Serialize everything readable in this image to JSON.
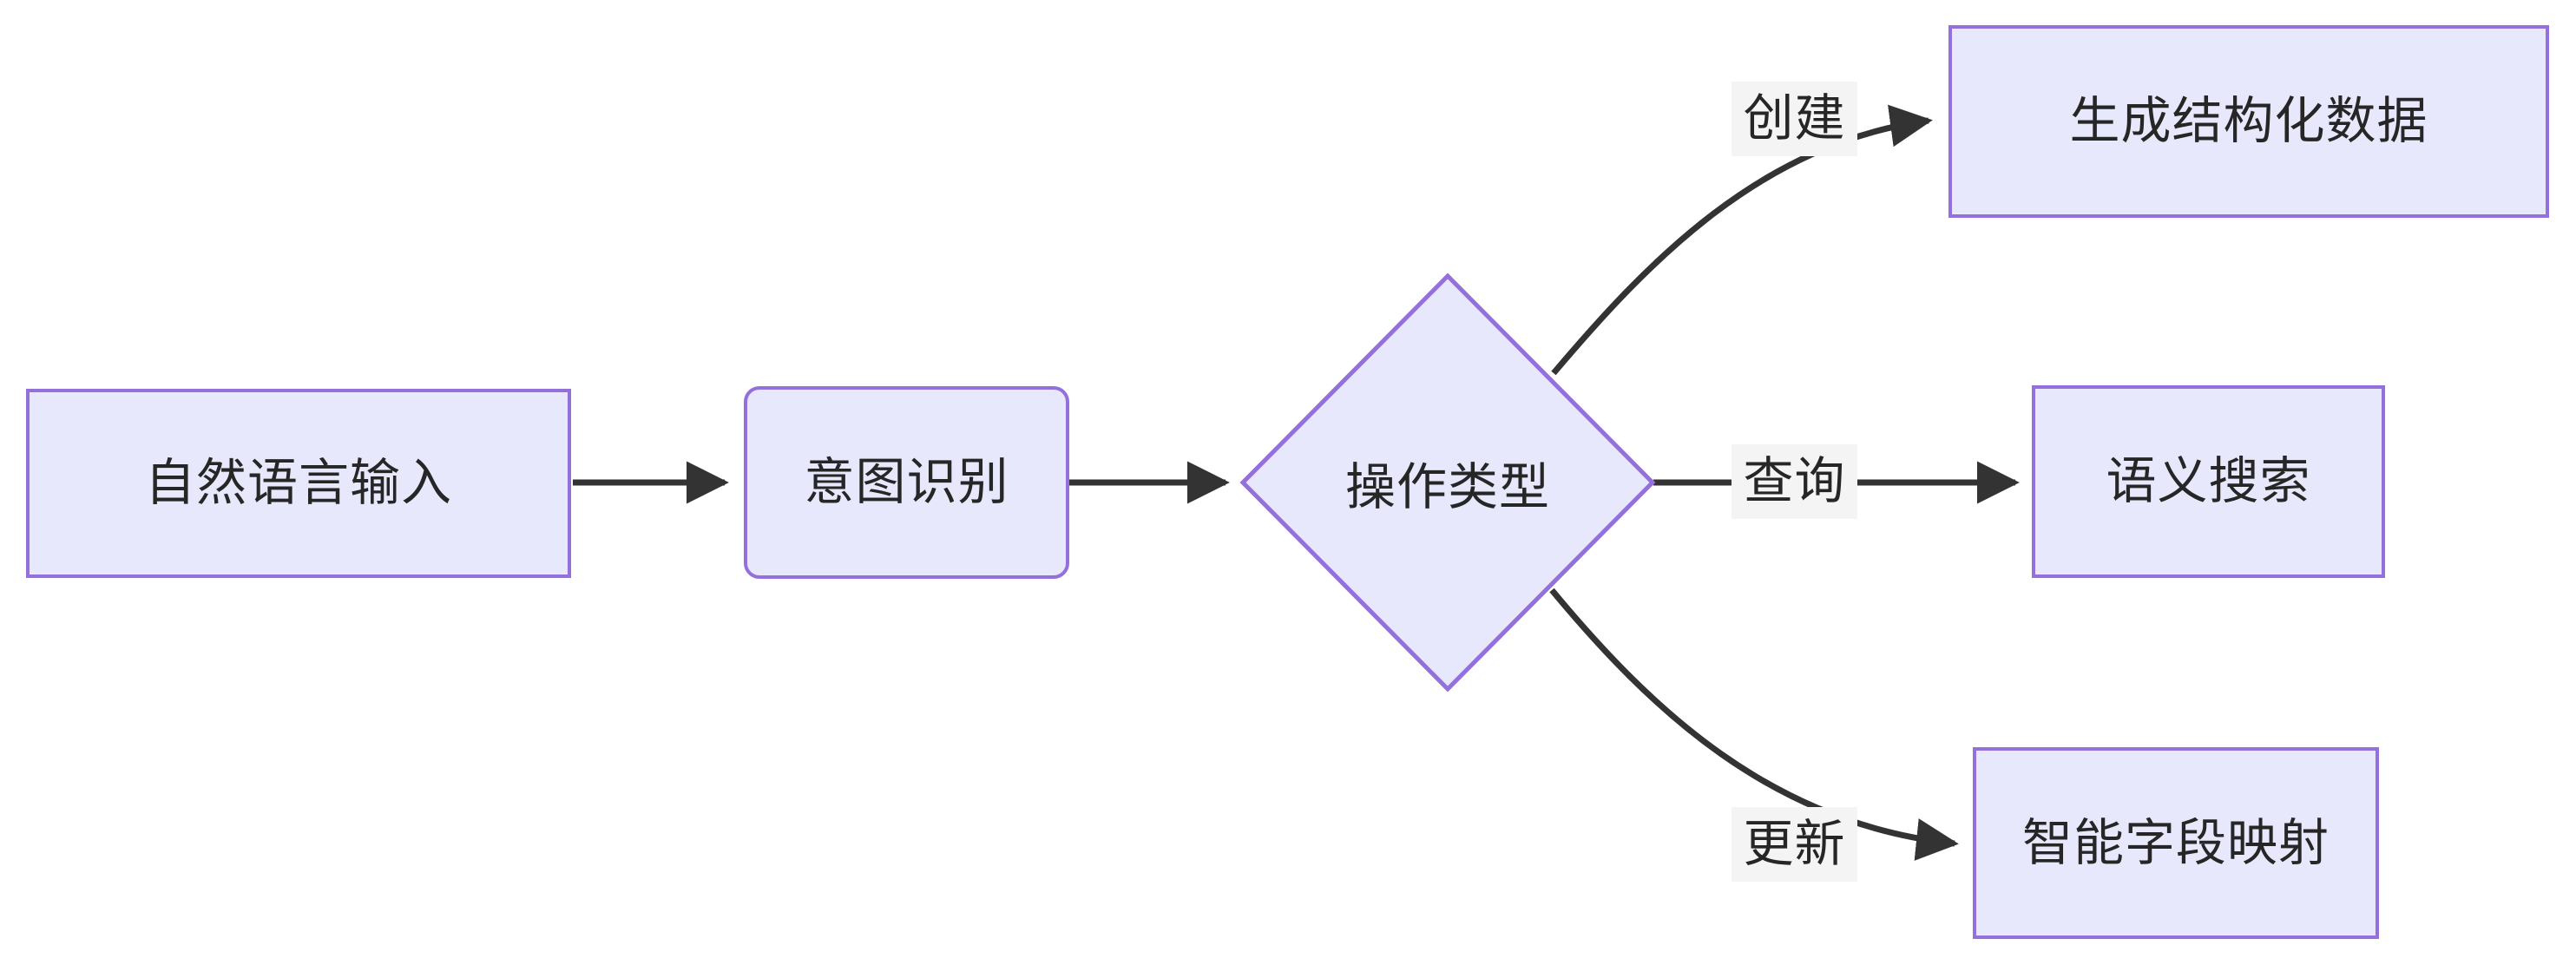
{
  "diagram": {
    "type": "flowchart",
    "direction": "left-to-right",
    "background_color": "#ffffff",
    "node_fill_color": "#e8e8fc",
    "node_border_color": "#9370db",
    "text_color": "#262626",
    "edge_color": "#333333",
    "edge_label_background": "#f4f4f4",
    "nodes": [
      {
        "id": "input",
        "label": "自然语言输入",
        "shape": "rect"
      },
      {
        "id": "intent",
        "label": "意图识别",
        "shape": "rounded-rect"
      },
      {
        "id": "optype",
        "label": "操作类型",
        "shape": "diamond"
      },
      {
        "id": "create",
        "label": "生成结构化数据",
        "shape": "rect"
      },
      {
        "id": "search",
        "label": "语义搜索",
        "shape": "rect"
      },
      {
        "id": "mapping",
        "label": "智能字段映射",
        "shape": "rect"
      }
    ],
    "edges": [
      {
        "from": "input",
        "to": "intent",
        "label": ""
      },
      {
        "from": "intent",
        "to": "optype",
        "label": ""
      },
      {
        "from": "optype",
        "to": "create",
        "label": "创建"
      },
      {
        "from": "optype",
        "to": "search",
        "label": "查询"
      },
      {
        "from": "optype",
        "to": "mapping",
        "label": "更新"
      }
    ]
  }
}
